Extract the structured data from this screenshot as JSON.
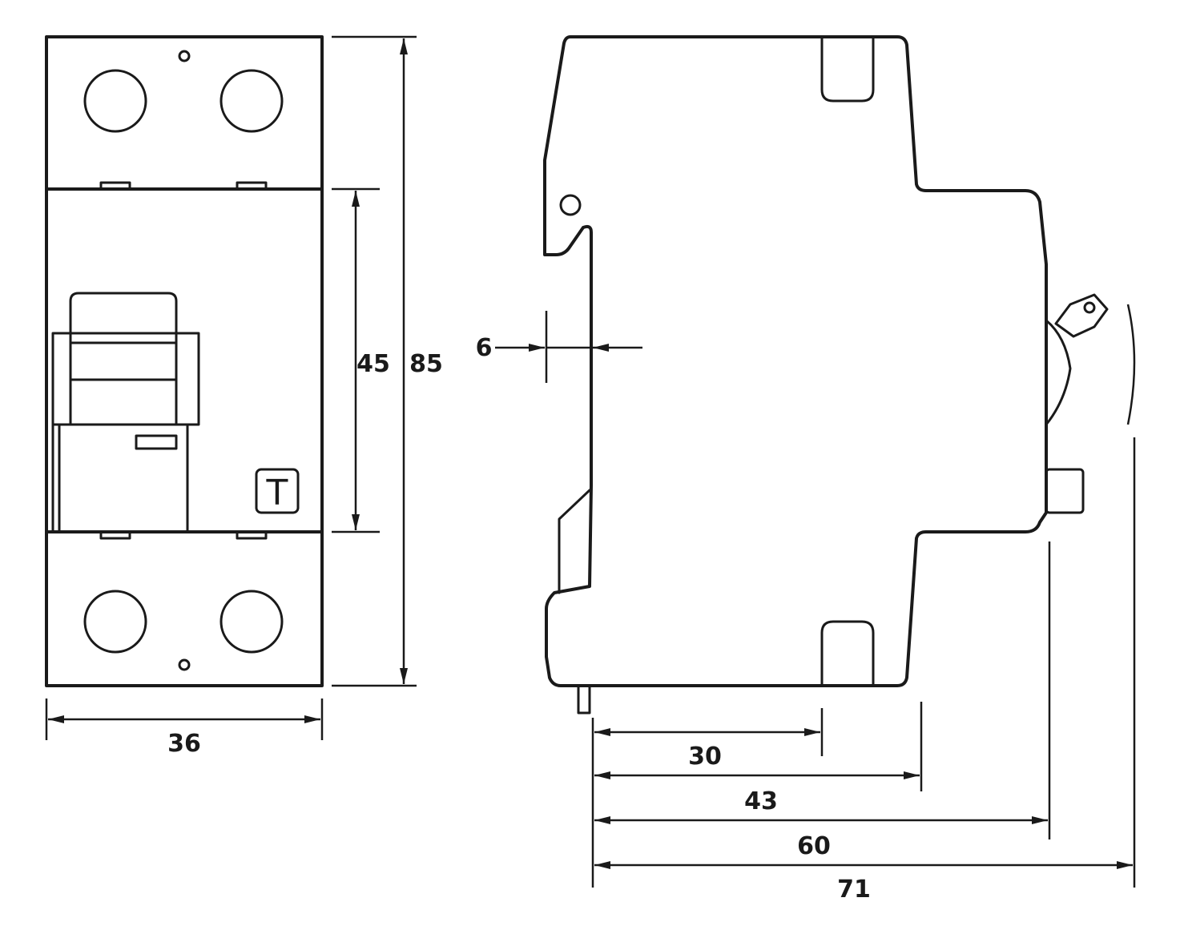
{
  "dimensions": {
    "front_width": "36",
    "face_height": "45",
    "total_height": "85",
    "rail_thickness": "6",
    "depth_1": "30",
    "depth_2": "43",
    "depth_3": "60",
    "depth_4": "71"
  },
  "test_button_label": "T"
}
